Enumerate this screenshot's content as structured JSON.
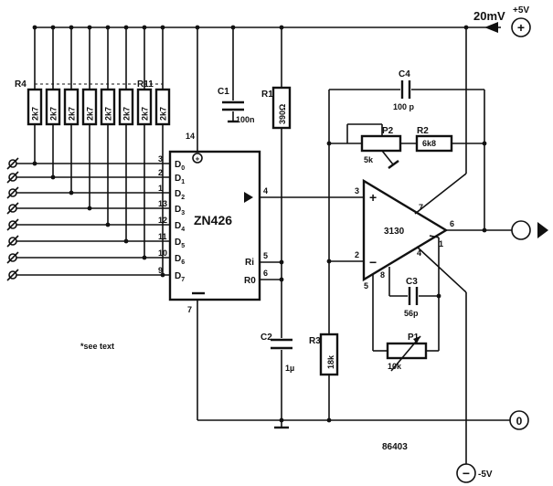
{
  "supply": {
    "pos_label": "+5V",
    "neg_label": "-5V",
    "pos_terminal": "+",
    "neg_terminal": "−",
    "ref_label": "20mV"
  },
  "resistor_bank": {
    "first_label": "R4",
    "last_label": "R11",
    "values": [
      "2k7",
      "2k7",
      "2k7",
      "2k7",
      "2k7",
      "2k7",
      "2k7",
      "2k7"
    ]
  },
  "inputs": {
    "pins": [
      "3",
      "2",
      "1",
      "13",
      "12",
      "11",
      "10",
      "9"
    ],
    "labels": [
      "D0",
      "D1",
      "D2",
      "D3",
      "D4",
      "D5",
      "D6",
      "D7"
    ]
  },
  "dac": {
    "name": "ZN426",
    "vcc_pin": "14",
    "gnd_pin": "7",
    "out_pin": "4",
    "ri_pin": "5",
    "ro_pin": "6",
    "ri_label": "Ri",
    "ro_label": "R0"
  },
  "c1": {
    "name": "C1",
    "value": "100n"
  },
  "r1": {
    "name": "R1",
    "value": "390Ω"
  },
  "c2": {
    "name": "C2",
    "value": "1µ"
  },
  "r3": {
    "name": "R3",
    "value": "18k"
  },
  "c4": {
    "name": "C4",
    "value": "100 p"
  },
  "p2": {
    "name": "P2",
    "value": "5k"
  },
  "r2": {
    "name": "R2",
    "value": "6k8"
  },
  "c3": {
    "name": "C3",
    "value": "56p"
  },
  "p1": {
    "name": "P1",
    "value": "10k"
  },
  "opamp": {
    "name": "3130",
    "noninv_pin": "3",
    "inv_pin": "2",
    "plus": "+",
    "minus": "−",
    "vplus_pin": "7",
    "out_pin": "6",
    "vminus_pin": "4",
    "pin1": "1",
    "pin8": "8",
    "pin5": "5"
  },
  "ground_terminal": "0",
  "note": "*see text",
  "code": "86403"
}
